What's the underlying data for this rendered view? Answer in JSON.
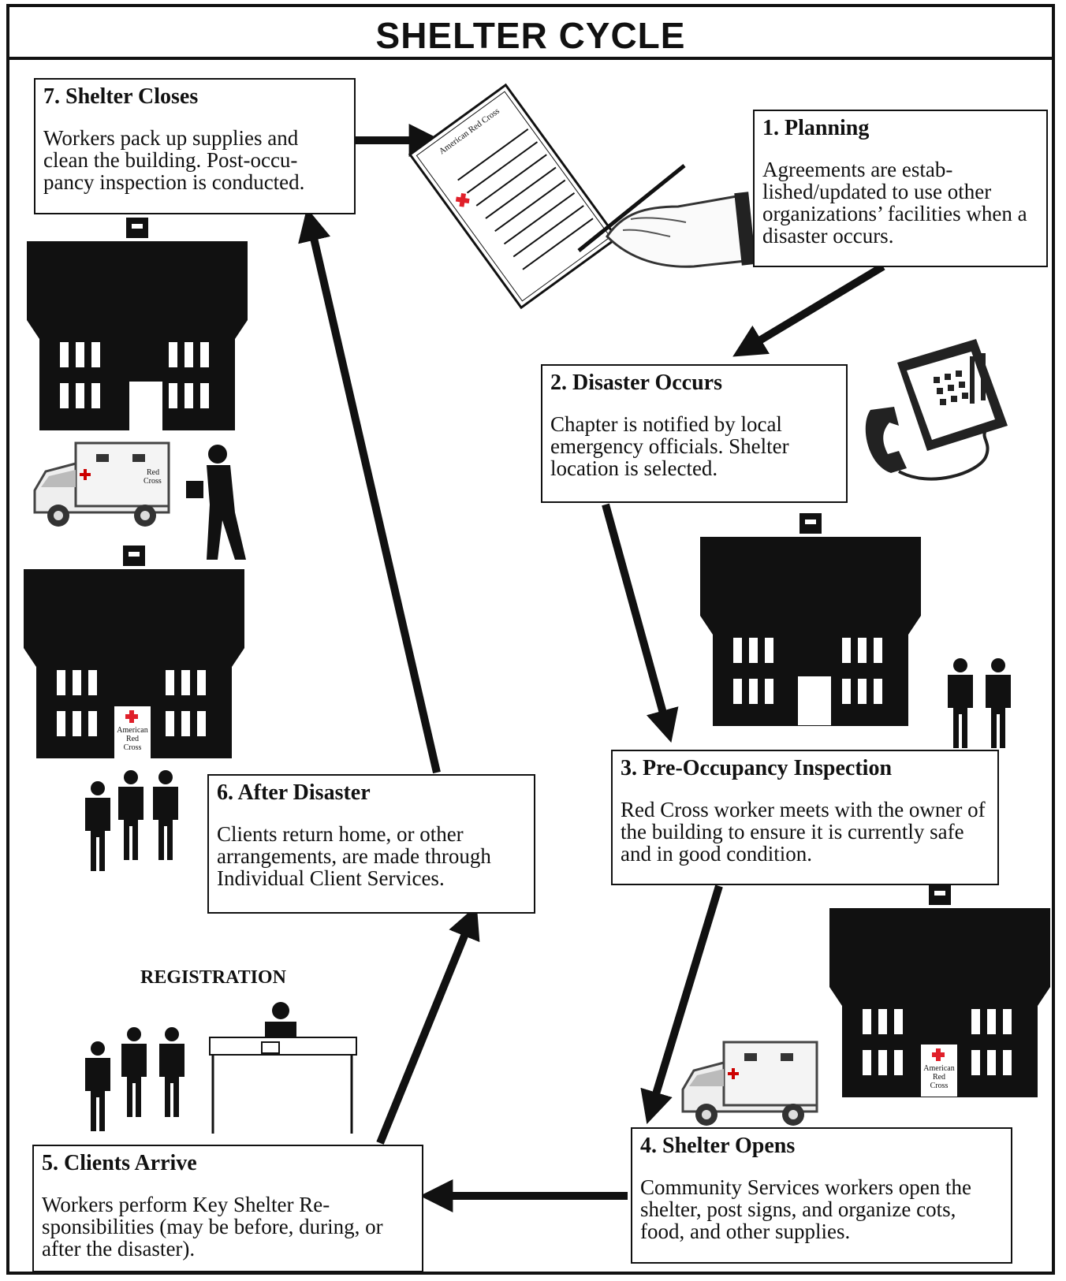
{
  "title": "SHELTER CYCLE",
  "steps": [
    {
      "heading": "1.  Planning",
      "body": "Agreements are estab-lished/updated to use other organizations’ facilities when a disaster occurs."
    },
    {
      "heading": "2.  Disaster Occurs",
      "body": "Chapter is notified by local emergency officials.  Shelter location is selected."
    },
    {
      "heading": "3.  Pre-Occupancy Inspection",
      "body": "Red Cross worker meets with the owner of the building to ensure it is currently safe and in good condition."
    },
    {
      "heading": "4.  Shelter Opens",
      "body": "Community Services workers open the shelter, post signs, and organize cots, food, and other supplies."
    },
    {
      "heading": "5.  Clients Arrive",
      "body": "Workers perform Key Shelter Re-sponsibilities (may be before, during, or after the disaster)."
    },
    {
      "heading": "6.  After Disaster",
      "body": "Clients return home, or other arrangements, are made through Individual Client Services."
    },
    {
      "heading": "7.  Shelter Closes",
      "body": "Workers pack up supplies and clean the building.  Post-occu-pancy inspection is conducted."
    }
  ],
  "registration_label": "REGISTRATION",
  "document_label": "American Red Cross",
  "building_sign": [
    "American",
    "Red",
    "Cross"
  ],
  "truck_label": [
    "Red",
    "Cross"
  ],
  "colors": {
    "ink": "#111111",
    "red_cross": "#e0202a"
  }
}
